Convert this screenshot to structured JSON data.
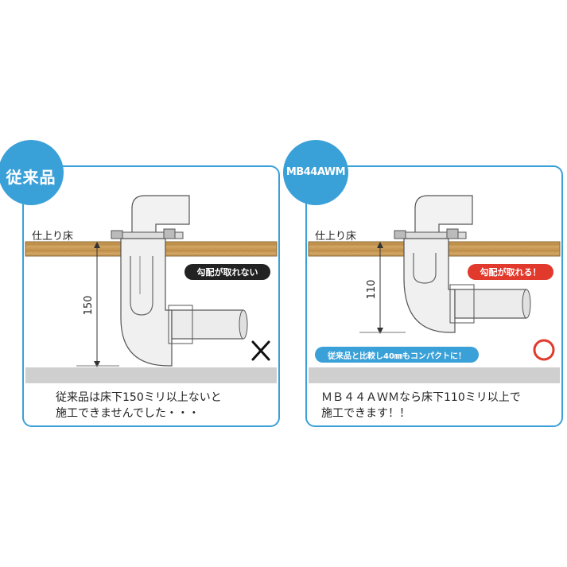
{
  "left": {
    "badge": "従来品",
    "floor_label": "仕上り床",
    "height_label": "150",
    "note": "勾配が取れない",
    "mark": "×",
    "caption_line1": "従来品は床下150ミリ以上ないと",
    "caption_line2": "施工できませんでした・・・"
  },
  "right": {
    "badge": "MB44AWM",
    "floor_label": "仕上り床",
    "height_label": "110",
    "note": "勾配が取れる！",
    "compare": "従来品と比較し40㎜もコンパクトに！",
    "caption_line1": "ＭＢ４４ＡＷＭなら床下110ミリ以上で",
    "caption_line2": "施工できます！！"
  },
  "colors": {
    "accent": "#3aa0d8",
    "wood": "#c89a56",
    "ground": "#cfcfcf",
    "ok_red": "#e2392d",
    "dark_pill": "#222222"
  }
}
